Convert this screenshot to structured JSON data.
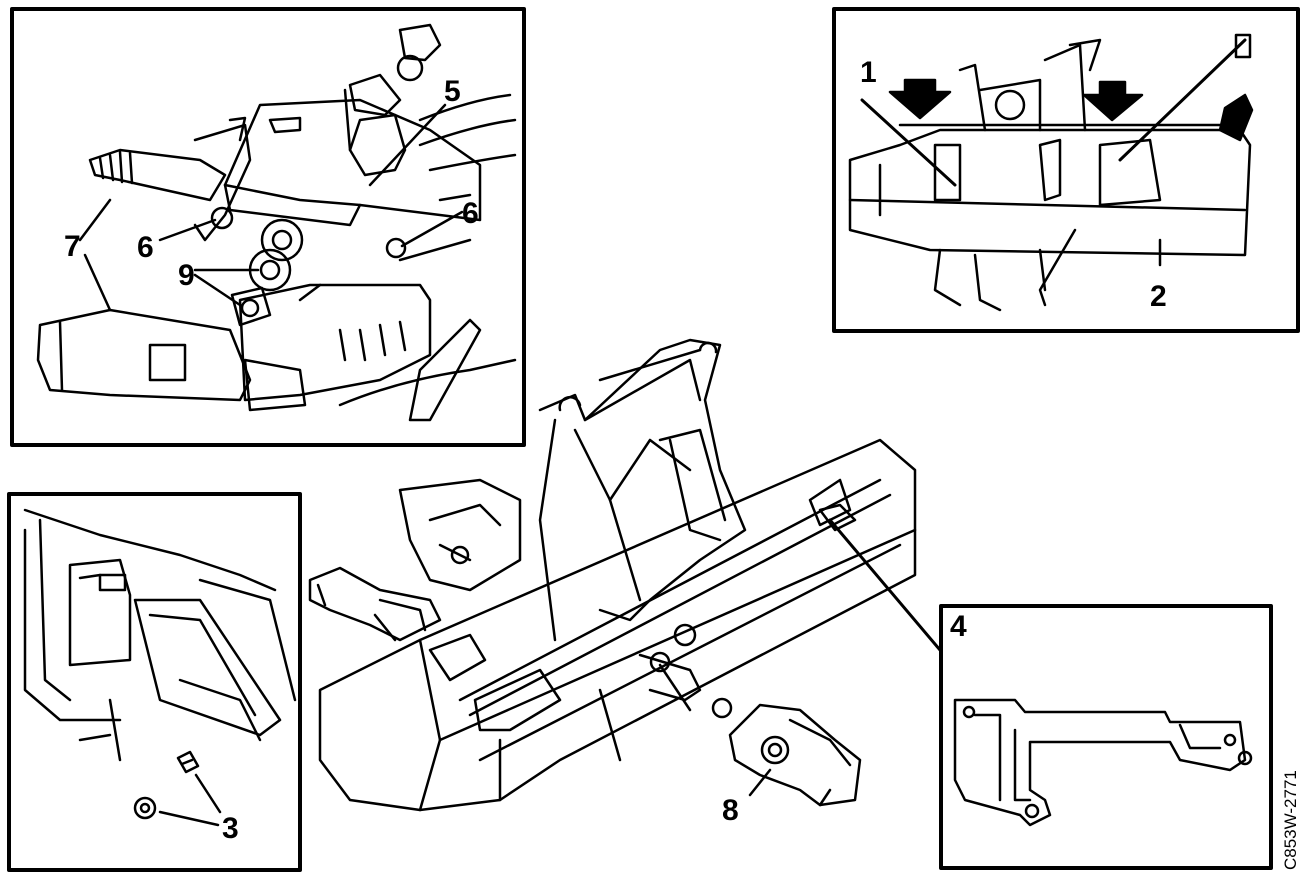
{
  "callouts": {
    "c1": "1",
    "c2": "2",
    "c3": "3",
    "c4": "4",
    "c5": "5",
    "c6a": "6",
    "c6b": "6",
    "c7": "7",
    "c8": "8",
    "c9": "9"
  },
  "figure_code": "C853W-2771"
}
